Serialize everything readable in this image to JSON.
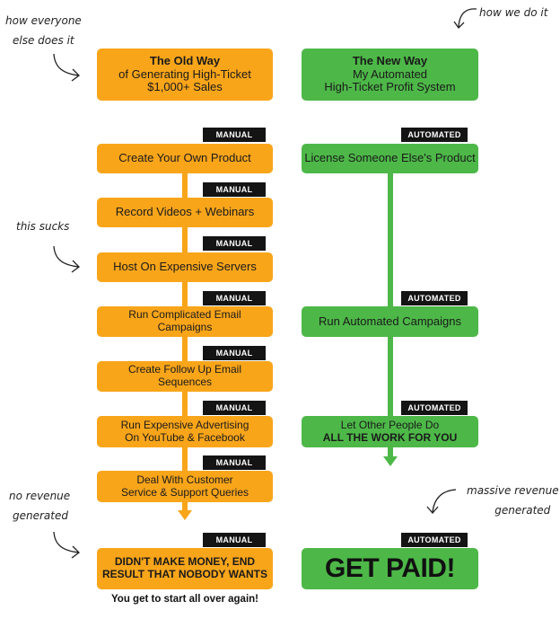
{
  "notes": {
    "everyone_else": [
      "how everyone",
      "else does it"
    ],
    "how_we": "how we do it",
    "this_sucks": "this sucks",
    "no_revenue": [
      "no revenue",
      "generated"
    ],
    "massive_revenue": [
      "massive revenue",
      "generated"
    ]
  },
  "old_way": {
    "title": "The Old Way",
    "subtitle_1": "of Generating High-Ticket",
    "subtitle_2": "$1,000+ Sales"
  },
  "new_way": {
    "title": "The New Way",
    "subtitle_1": "My Automated",
    "subtitle_2": "High-Ticket Profit System"
  },
  "manual_tag": "MANUAL",
  "automated_tag": "AUTOMATED",
  "old_steps": [
    {
      "line1": "Create Your Own Product",
      "line2": ""
    },
    {
      "line1": "Record Videos + Webinars",
      "line2": ""
    },
    {
      "line1": "Host On Expensive Servers",
      "line2": ""
    },
    {
      "line1": "Run Complicated Email",
      "line2": "Campaigns"
    },
    {
      "line1": "Create Follow Up Email",
      "line2": "Sequences"
    },
    {
      "line1": "Run Expensive Advertising",
      "line2": "On YouTube & Facebook"
    },
    {
      "line1": "Deal With Customer",
      "line2": "Service & Support Queries"
    }
  ],
  "new_steps": [
    {
      "line1": "License Someone Else's Product",
      "line2": ""
    },
    {
      "line1": "Run Automated Campaigns",
      "line2": ""
    },
    {
      "line1": "Let Other People Do",
      "line2": "ALL THE WORK FOR YOU"
    }
  ],
  "old_result": {
    "line1": "DIDN'T MAKE MONEY, END",
    "line2": "RESULT THAT NOBODY WANTS"
  },
  "new_result": "GET PAID!",
  "footer": "You get to start all over again!",
  "colors": {
    "orange": "#f9a51a",
    "green": "#4db848",
    "tag": "#141414"
  }
}
